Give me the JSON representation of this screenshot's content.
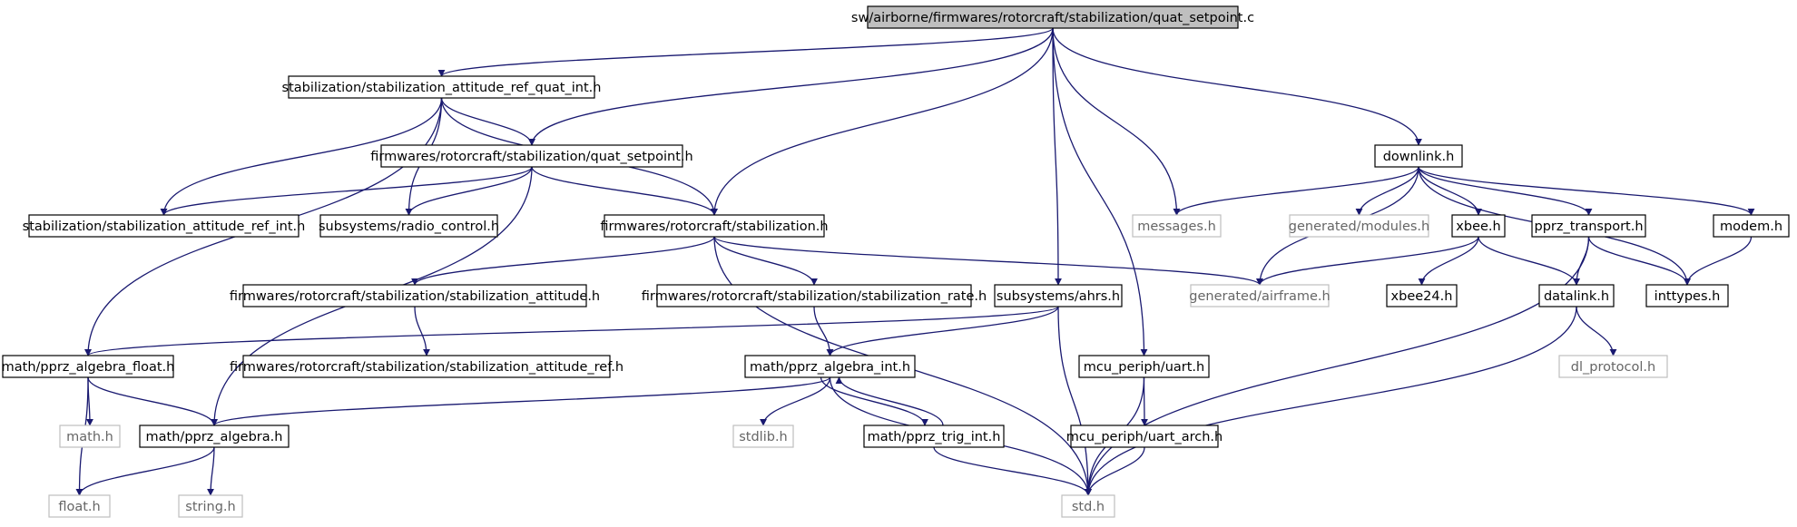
{
  "colors": {
    "edge": "#191970",
    "node_border": "#000000",
    "node_fill": "#ffffff",
    "root_fill": "#bfbfbf",
    "external_border": "#bfbfbf",
    "external_text": "#666666"
  },
  "nodes": [
    {
      "id": "root",
      "label": "sw/airborne/firmwares/rotorcraft/stabilization/quat_setpoint.c",
      "kind": "root"
    },
    {
      "id": "att_ref_quat_int",
      "label": "stabilization/stabilization_attitude_ref_quat_int.h",
      "kind": "file"
    },
    {
      "id": "quat_setpoint_h",
      "label": "firmwares/rotorcraft/stabilization/quat_setpoint.h",
      "kind": "file"
    },
    {
      "id": "downlink",
      "label": "downlink.h",
      "kind": "file"
    },
    {
      "id": "att_ref_int",
      "label": "stabilization/stabilization_attitude_ref_int.h",
      "kind": "file"
    },
    {
      "id": "radio_control",
      "label": "subsystems/radio_control.h",
      "kind": "file"
    },
    {
      "id": "stabilization_h",
      "label": "firmwares/rotorcraft/stabilization.h",
      "kind": "file"
    },
    {
      "id": "messages",
      "label": "messages.h",
      "kind": "external"
    },
    {
      "id": "gen_modules",
      "label": "generated/modules.h",
      "kind": "external"
    },
    {
      "id": "xbee",
      "label": "xbee.h",
      "kind": "file"
    },
    {
      "id": "pprz_transport",
      "label": "pprz_transport.h",
      "kind": "file"
    },
    {
      "id": "modem",
      "label": "modem.h",
      "kind": "file"
    },
    {
      "id": "stab_attitude",
      "label": "firmwares/rotorcraft/stabilization/stabilization_attitude.h",
      "kind": "file"
    },
    {
      "id": "stab_rate",
      "label": "firmwares/rotorcraft/stabilization/stabilization_rate.h",
      "kind": "file"
    },
    {
      "id": "ahrs",
      "label": "subsystems/ahrs.h",
      "kind": "file"
    },
    {
      "id": "gen_airframe",
      "label": "generated/airframe.h",
      "kind": "external"
    },
    {
      "id": "xbee24",
      "label": "xbee24.h",
      "kind": "file"
    },
    {
      "id": "datalink",
      "label": "datalink.h",
      "kind": "file"
    },
    {
      "id": "inttypes",
      "label": "inttypes.h",
      "kind": "file"
    },
    {
      "id": "algebra_float",
      "label": "math/pprz_algebra_float.h",
      "kind": "file"
    },
    {
      "id": "stab_att_ref",
      "label": "firmwares/rotorcraft/stabilization/stabilization_attitude_ref.h",
      "kind": "file"
    },
    {
      "id": "algebra_int",
      "label": "math/pprz_algebra_int.h",
      "kind": "file"
    },
    {
      "id": "uart",
      "label": "mcu_periph/uart.h",
      "kind": "file"
    },
    {
      "id": "dl_protocol",
      "label": "dl_protocol.h",
      "kind": "external"
    },
    {
      "id": "math_h",
      "label": "math.h",
      "kind": "external"
    },
    {
      "id": "algebra",
      "label": "math/pprz_algebra.h",
      "kind": "file"
    },
    {
      "id": "stdlib",
      "label": "stdlib.h",
      "kind": "external"
    },
    {
      "id": "trig_int",
      "label": "math/pprz_trig_int.h",
      "kind": "file"
    },
    {
      "id": "uart_arch",
      "label": "mcu_periph/uart_arch.h",
      "kind": "file"
    },
    {
      "id": "float_h",
      "label": "float.h",
      "kind": "external"
    },
    {
      "id": "string_h",
      "label": "string.h",
      "kind": "external"
    },
    {
      "id": "std_h",
      "label": "std.h",
      "kind": "external"
    }
  ],
  "edges": [
    [
      "root",
      "att_ref_quat_int"
    ],
    [
      "root",
      "quat_setpoint_h"
    ],
    [
      "root",
      "stabilization_h"
    ],
    [
      "root",
      "ahrs"
    ],
    [
      "root",
      "messages"
    ],
    [
      "root",
      "uart"
    ],
    [
      "root",
      "downlink"
    ],
    [
      "att_ref_quat_int",
      "quat_setpoint_h"
    ],
    [
      "att_ref_quat_int",
      "att_ref_int"
    ],
    [
      "att_ref_quat_int",
      "radio_control"
    ],
    [
      "att_ref_quat_int",
      "stabilization_h"
    ],
    [
      "att_ref_quat_int",
      "algebra_float"
    ],
    [
      "quat_setpoint_h",
      "att_ref_int"
    ],
    [
      "quat_setpoint_h",
      "radio_control"
    ],
    [
      "quat_setpoint_h",
      "stabilization_h"
    ],
    [
      "quat_setpoint_h",
      "algebra"
    ],
    [
      "stabilization_h",
      "stab_attitude"
    ],
    [
      "stabilization_h",
      "stab_rate"
    ],
    [
      "stabilization_h",
      "gen_airframe"
    ],
    [
      "stabilization_h",
      "std_h"
    ],
    [
      "stab_attitude",
      "stab_att_ref"
    ],
    [
      "stab_rate",
      "algebra_int"
    ],
    [
      "ahrs",
      "algebra_float"
    ],
    [
      "ahrs",
      "algebra_int"
    ],
    [
      "ahrs",
      "std_h"
    ],
    [
      "downlink",
      "messages"
    ],
    [
      "downlink",
      "gen_airframe"
    ],
    [
      "downlink",
      "gen_modules"
    ],
    [
      "downlink",
      "xbee"
    ],
    [
      "downlink",
      "pprz_transport"
    ],
    [
      "downlink",
      "modem"
    ],
    [
      "downlink",
      "inttypes"
    ],
    [
      "xbee",
      "gen_airframe"
    ],
    [
      "xbee",
      "xbee24"
    ],
    [
      "xbee",
      "datalink"
    ],
    [
      "pprz_transport",
      "datalink"
    ],
    [
      "pprz_transport",
      "inttypes"
    ],
    [
      "pprz_transport",
      "std_h"
    ],
    [
      "modem",
      "inttypes"
    ],
    [
      "datalink",
      "dl_protocol"
    ],
    [
      "datalink",
      "std_h"
    ],
    [
      "algebra_float",
      "math_h"
    ],
    [
      "algebra_float",
      "algebra"
    ],
    [
      "algebra_float",
      "float_h"
    ],
    [
      "algebra_int",
      "algebra"
    ],
    [
      "algebra_int",
      "stdlib"
    ],
    [
      "algebra_int",
      "trig_int"
    ],
    [
      "algebra_int",
      "std_h"
    ],
    [
      "trig_int",
      "algebra_int"
    ],
    [
      "trig_int",
      "std_h"
    ],
    [
      "algebra",
      "float_h"
    ],
    [
      "algebra",
      "string_h"
    ],
    [
      "uart",
      "uart_arch"
    ],
    [
      "uart",
      "std_h"
    ],
    [
      "uart_arch",
      "std_h"
    ]
  ]
}
